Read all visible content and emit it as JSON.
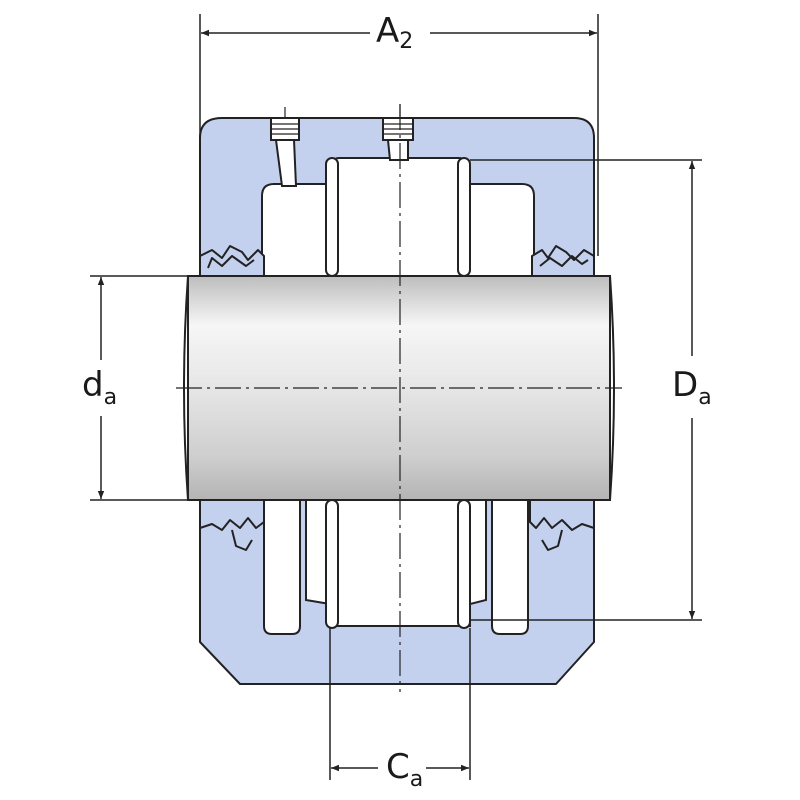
{
  "dimensions": {
    "a2": {
      "main": "A",
      "sub": "2"
    },
    "da_small": {
      "main": "d",
      "sub": "a"
    },
    "da_large": {
      "main": "D",
      "sub": "a"
    },
    "ca": {
      "main": "C",
      "sub": "a"
    }
  },
  "colors": {
    "housing_fill": "#c3d1ef",
    "outline": "#222222",
    "shaft_light": "#f4f4f4",
    "shaft_dark": "#c8c8c8",
    "background": "#ffffff"
  }
}
